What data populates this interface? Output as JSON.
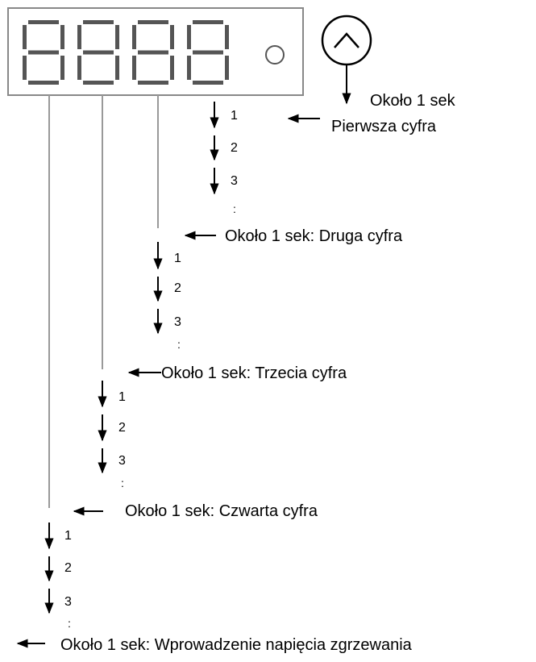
{
  "display": {
    "digits": [
      "8",
      "8",
      "8",
      "8"
    ],
    "indicator_icon": "circle-led-icon",
    "button_icon": "up-arrow-button-icon"
  },
  "top_step": {
    "label": "Około 1 sek"
  },
  "stages": [
    {
      "entry_label": "Pierwsza cyfra",
      "steps": [
        "1",
        "2",
        "3"
      ],
      "ellipsis": ":"
    },
    {
      "entry_label": "Około 1 sek: Druga cyfra",
      "steps": [
        "1",
        "2",
        "3"
      ],
      "ellipsis": ":"
    },
    {
      "entry_label": "Około 1 sek: Trzecia cyfra",
      "steps": [
        "1",
        "2",
        "3"
      ],
      "ellipsis": ":"
    },
    {
      "entry_label": "Około 1 sek: Czwarta cyfra",
      "steps": [
        "1",
        "2",
        "3"
      ],
      "ellipsis": ":"
    }
  ],
  "final_label": "Około 1 sek: Wprowadzenie napięcia zgrzewania",
  "colors": {
    "line": "#000000",
    "segment": "#555555",
    "display_border": "#888888",
    "leader": "#999999"
  }
}
